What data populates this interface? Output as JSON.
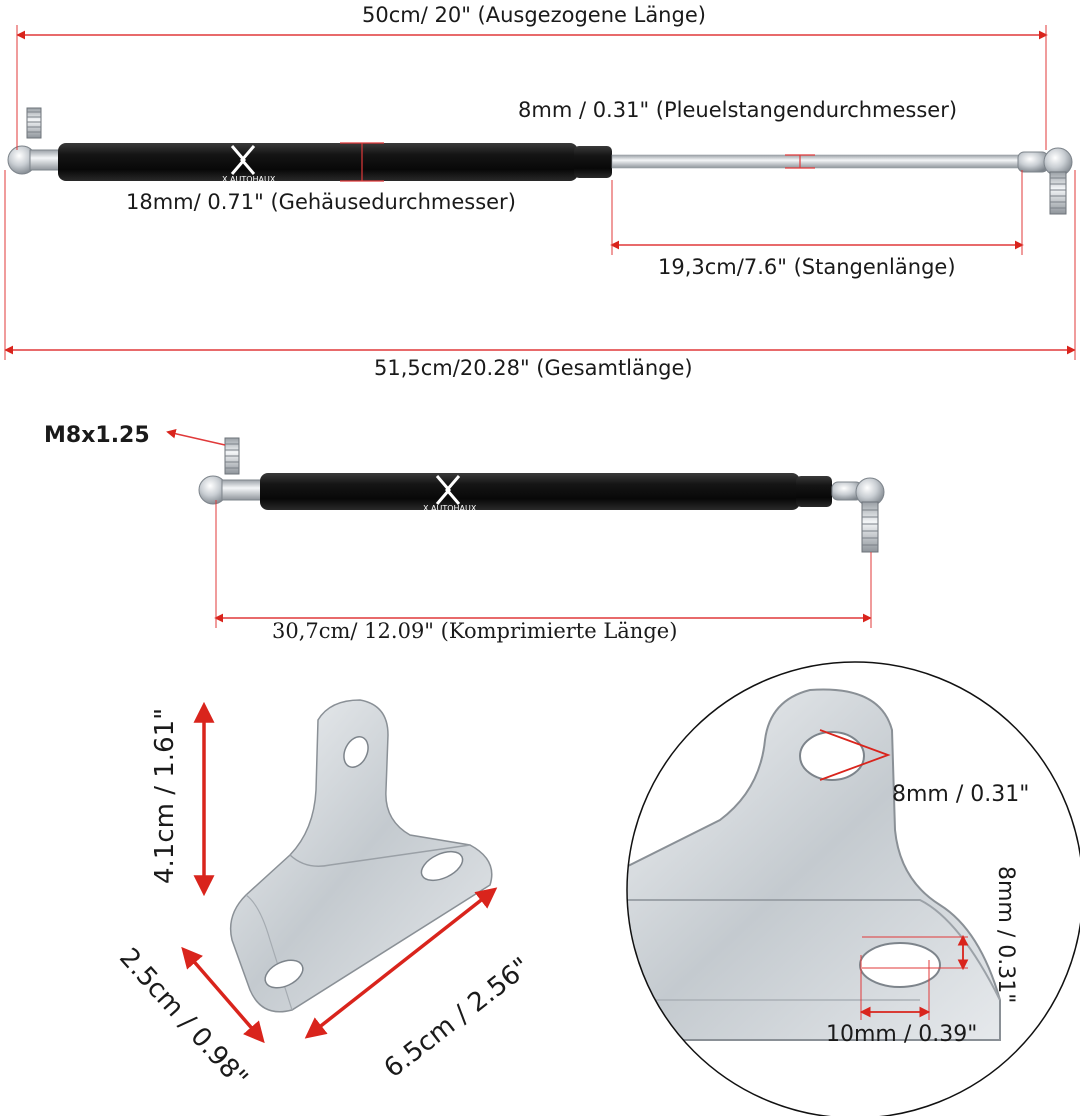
{
  "colors": {
    "dimension": "#d9241c",
    "measure_line": "#e0393a",
    "body": "#111111",
    "metal": "#c8cdd2",
    "text": "#1a1a1a"
  },
  "strut1": {
    "extended_length": "50cm/ 20\" (Ausgezogene Länge)",
    "rod_diameter": "8mm / 0.31\" (Pleuelstangendurchmesser)",
    "body_diameter": "18mm/ 0.71\" (Gehäusedurchmesser)",
    "rod_length": "19,3cm/7.6\" (Stangenlänge)",
    "total_length": "51,5cm/20.28\" (Gesamtlänge)",
    "brand": "X AUTOHAUX",
    "logo_icon": "x-autohaux-logo"
  },
  "strut2": {
    "thread": "M8x1.25",
    "compressed_length": "30,7cm/ 12.09\" (Komprimierte Länge)",
    "brand": "X AUTOHAUX"
  },
  "bracket": {
    "height": "4.1cm / 1.61\"",
    "width": "2.5cm / 0.98\"",
    "length": "6.5cm / 2.56\""
  },
  "detail": {
    "hole_diameter": "8mm / 0.31\"",
    "slot_height": "8mm / 0.31\"",
    "slot_width": "10mm / 0.39\""
  }
}
